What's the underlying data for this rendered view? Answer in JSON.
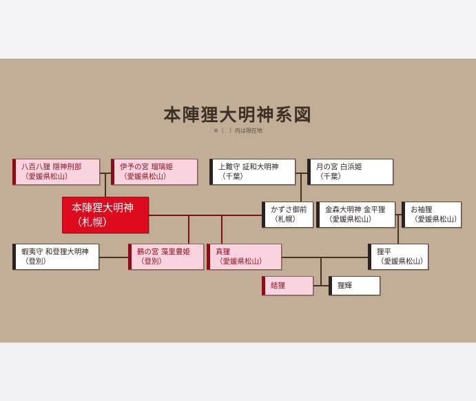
{
  "diagram": {
    "title": "本陣狸大明神系図",
    "note": "※（　）内は現在地",
    "colors": {
      "background": "#c2ad97",
      "root_fill": "#de0b1f",
      "pink_fill": "#f9d3df",
      "white_fill": "#ffffff",
      "line": "#4a2f22"
    },
    "nodes": {
      "yaoya": {
        "name": "八百八狸 隠神刑部",
        "place": "（愛媛県松山）",
        "style": "pink"
      },
      "iyo": {
        "name": "伊予の宮 瑠璃姫",
        "place": "（愛媛県松山）",
        "style": "pink"
      },
      "kazusa_kami": {
        "name": "上難守 証和大明神",
        "place": "（千葉）",
        "style": "white"
      },
      "tsuki": {
        "name": "月の宮 白浜姫",
        "place": "（千葉）",
        "style": "white"
      },
      "root": {
        "name": "本陣狸大明神",
        "place": "（札幌）",
        "style": "root"
      },
      "kazusa_gozen": {
        "name": "かずさ御前",
        "place": "（札幌）",
        "style": "white"
      },
      "kanamori": {
        "name": "金森大明神 金平狸",
        "place": "（愛媛県松山）",
        "style": "white"
      },
      "osode": {
        "name": "お袖狸",
        "place": "（愛媛県松山）",
        "style": "white"
      },
      "ezo": {
        "name": "蝦夷守 和登狸大明神",
        "place": "（登別）",
        "style": "white"
      },
      "tsuru": {
        "name": "鶴の宮 藻里豊姫",
        "place": "（登別）",
        "style": "pink"
      },
      "shin": {
        "name": "真狸",
        "place": "（愛媛県松山）",
        "style": "pink"
      },
      "rihei": {
        "name": "狸平",
        "place": "（愛媛県松山）",
        "style": "white"
      },
      "yui": {
        "name": "結狸",
        "place": "",
        "style": "pink"
      },
      "riki": {
        "name": "狸輝",
        "place": "",
        "style": "white"
      }
    },
    "edges": [
      {
        "from": [
          "yaoya",
          "iyo"
        ],
        "to": "root"
      },
      {
        "from": [
          "kazusa_kami",
          "tsuki"
        ],
        "to": "kazusa_gozen"
      },
      {
        "from": [
          "root",
          "kazusa_gozen"
        ],
        "to": [
          "tsuru",
          "shin"
        ]
      },
      {
        "from": [
          "kanamori",
          "osode"
        ],
        "to": "rihei"
      },
      {
        "from": [
          "ezo"
        ],
        "to": "tsuru"
      },
      {
        "from": [
          "shin",
          "rihei"
        ],
        "to": [
          "yui",
          "riki"
        ]
      }
    ]
  }
}
